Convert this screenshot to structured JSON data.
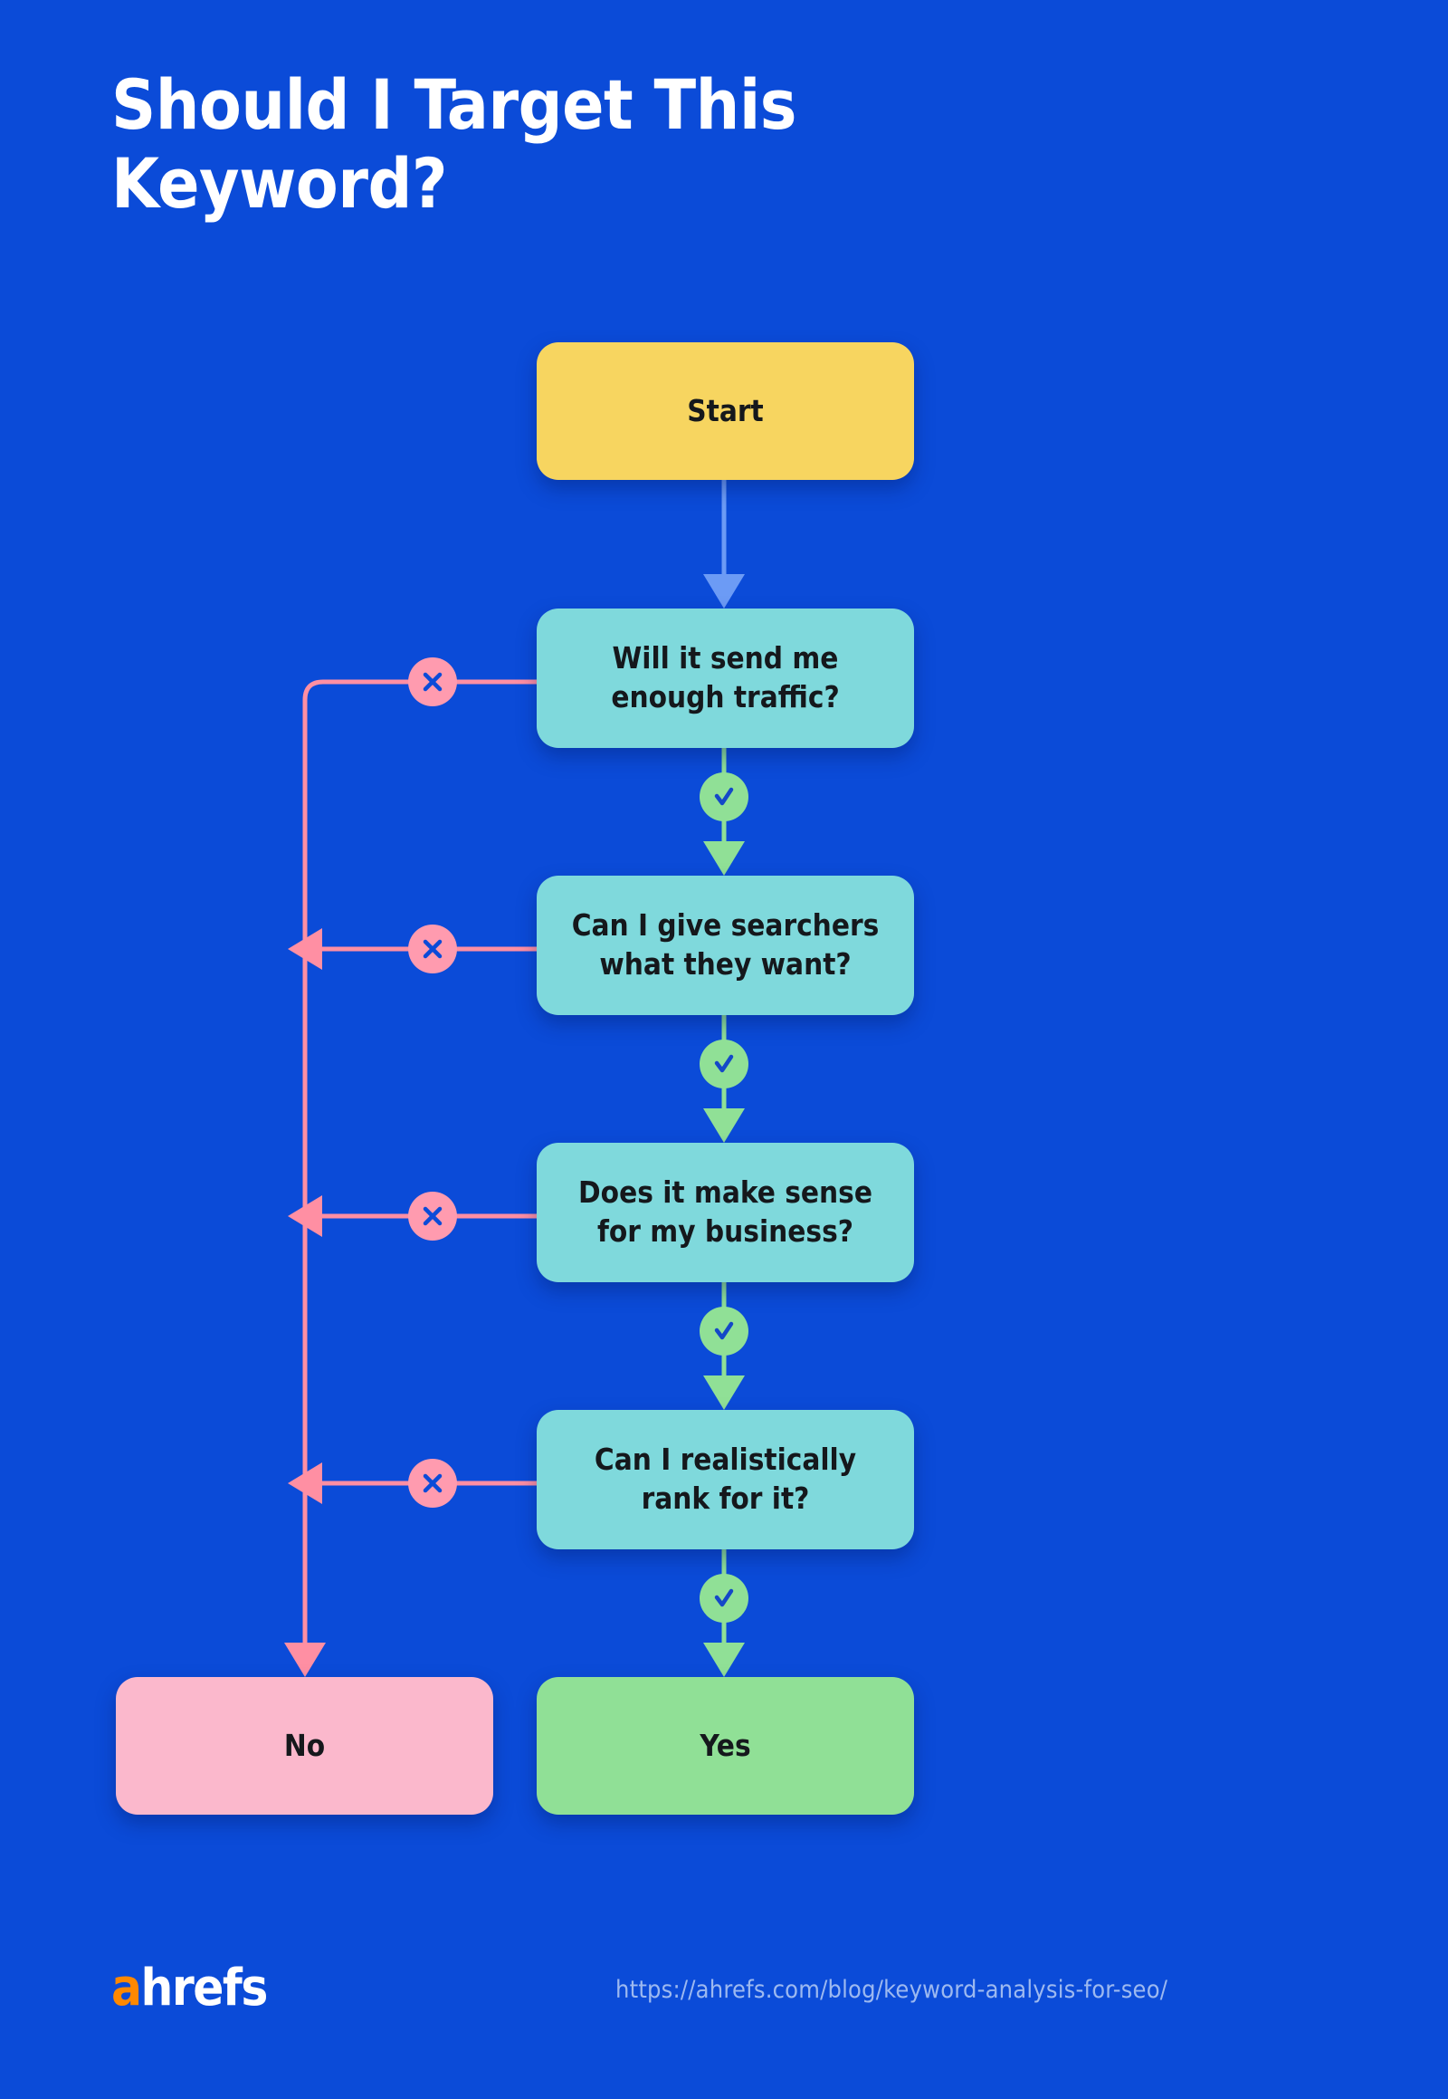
{
  "page": {
    "background_color": "#0B4BD8",
    "title": "Should I Target This\nKeyword?"
  },
  "palette": {
    "background": "#0B4BD8",
    "title_text": "#FFFFFF",
    "start_box": "#F7D560",
    "question_box": "#7FD9DC",
    "no_box": "#FBB8CC",
    "yes_box": "#90E096",
    "node_text": "#15181C",
    "no_path": "#FF8FA3",
    "yes_path": "#90E096",
    "start_path": "#6C9BF5",
    "cross_badge": "#FF9BAF",
    "check_badge": "#90E096",
    "badge_glyph": "#0B4BD8",
    "logo_accent": "#FF8800",
    "url_text": "#9DB9F0"
  },
  "flow": {
    "start": {
      "label": "Start"
    },
    "questions": [
      {
        "label": "Will it send me\nenough traffic?"
      },
      {
        "label": "Can I give searchers\nwhat they want?"
      },
      {
        "label": "Does it make sense\nfor my business?"
      },
      {
        "label": "Can I realistically\nrank for it?"
      }
    ],
    "outcomes": {
      "no": {
        "label": "No"
      },
      "yes": {
        "label": "Yes"
      }
    },
    "badges": {
      "cross_icon": "cross-icon",
      "check_icon": "check-icon",
      "cross_meaning": "No",
      "check_meaning": "Yes"
    }
  },
  "footer": {
    "logo_accent_letter": "a",
    "logo_rest": "hrefs",
    "url": "https://ahrefs.com/blog/keyword-analysis-for-seo/"
  }
}
